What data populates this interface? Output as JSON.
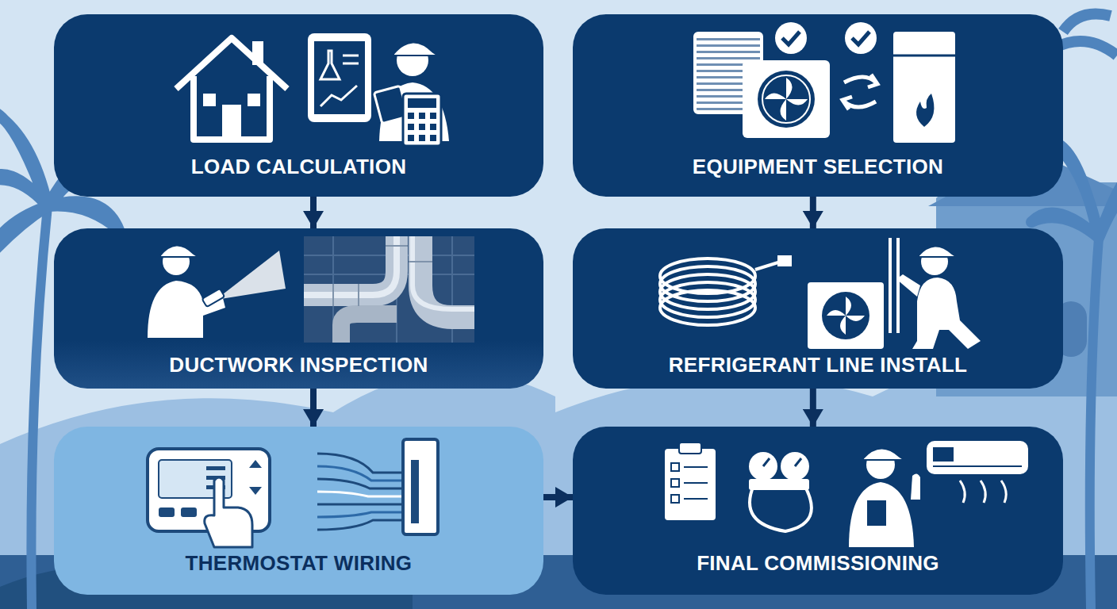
{
  "diagram": {
    "nodes": [
      {
        "text": [
          "LOAD CALCULATION"
        ]
      },
      {
        "text": [
          "EQUIPMENT SELECTION"
        ]
      },
      {
        "text": [
          "DUCTWORK INSPECTION"
        ]
      },
      {
        "text": [
          "REFRIGERANT LINE INSTALL"
        ]
      },
      {
        "text": [
          "THERMOSTAT WIRING"
        ]
      },
      {
        "text": [
          "FINAL COMMISSIONING"
        ]
      }
    ],
    "edges": [
      {
        "from": 0,
        "to": 2,
        "arrow": "to"
      },
      {
        "from": 2,
        "to": 4,
        "arrow": "to"
      },
      {
        "from": 4,
        "to": 5,
        "arrow": "to"
      },
      {
        "from": 1,
        "to": 3,
        "arrow": "to"
      },
      {
        "from": 3,
        "to": 5,
        "arrow": "to"
      }
    ]
  }
}
